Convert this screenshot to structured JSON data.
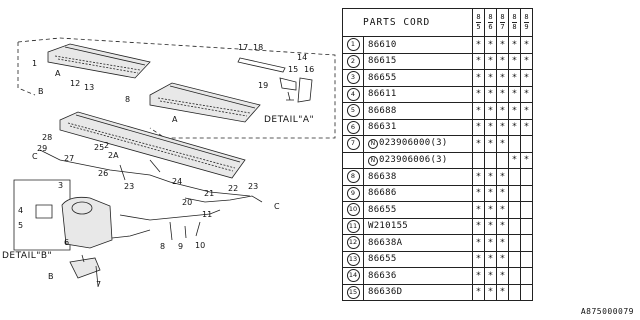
{
  "table": {
    "header": "PARTS CORD",
    "years": [
      {
        "top": "8",
        "bottom": "5"
      },
      {
        "top": "8",
        "bottom": "6"
      },
      {
        "top": "8",
        "bottom": "7"
      },
      {
        "top": "8",
        "bottom": "8"
      },
      {
        "top": "8",
        "bottom": "9"
      }
    ],
    "rows": [
      {
        "idx": "1",
        "part": "86610",
        "marks": [
          "*",
          "*",
          "*",
          "*",
          "*"
        ]
      },
      {
        "idx": "2",
        "part": "86615",
        "marks": [
          "*",
          "*",
          "*",
          "*",
          "*"
        ]
      },
      {
        "idx": "3",
        "part": "86655",
        "marks": [
          "*",
          "*",
          "*",
          "*",
          "*"
        ]
      },
      {
        "idx": "4",
        "part": "86611",
        "marks": [
          "*",
          "*",
          "*",
          "*",
          "*"
        ]
      },
      {
        "idx": "5",
        "part": "86688",
        "marks": [
          "*",
          "*",
          "*",
          "*",
          "*"
        ]
      },
      {
        "idx": "6",
        "part": "86631",
        "marks": [
          "*",
          "*",
          "*",
          "*",
          "*"
        ]
      },
      {
        "idx": "7",
        "part": "023906000(3)",
        "n": true,
        "marks": [
          "*",
          "*",
          "*",
          "",
          ""
        ]
      },
      {
        "idx": "",
        "part": "023906006(3)",
        "n": true,
        "marks": [
          "",
          "",
          "",
          "*",
          "*"
        ]
      },
      {
        "idx": "8",
        "part": "86638",
        "marks": [
          "*",
          "*",
          "*",
          "",
          ""
        ]
      },
      {
        "idx": "9",
        "part": "86686",
        "marks": [
          "*",
          "*",
          "*",
          "",
          ""
        ]
      },
      {
        "idx": "10",
        "part": "86655",
        "marks": [
          "*",
          "*",
          "*",
          "",
          ""
        ]
      },
      {
        "idx": "11",
        "part": "W210155",
        "marks": [
          "*",
          "*",
          "*",
          "",
          ""
        ]
      },
      {
        "idx": "12",
        "part": "86638A",
        "marks": [
          "*",
          "*",
          "*",
          "",
          ""
        ]
      },
      {
        "idx": "13",
        "part": "86655",
        "marks": [
          "*",
          "*",
          "*",
          "",
          ""
        ]
      },
      {
        "idx": "14",
        "part": "86636",
        "marks": [
          "*",
          "*",
          "*",
          "",
          ""
        ]
      },
      {
        "idx": "15",
        "part": "86636D",
        "marks": [
          "*",
          "*",
          "*",
          "",
          ""
        ]
      }
    ]
  },
  "diagram": {
    "detail_a": "DETAIL\"A\"",
    "detail_b": "DETAIL\"B\"",
    "labels": {
      "l17": "17",
      "l18": "18",
      "l14": "14",
      "l15": "15",
      "l16": "16",
      "l19": "19",
      "l1": "1",
      "l12": "12",
      "l13": "13",
      "l8": "8",
      "lA1": "A",
      "lB1": "B",
      "lA2": "A",
      "l28": "28",
      "l29": "29",
      "l27": "27",
      "lC1": "C",
      "l25": "25",
      "l2": "2",
      "l2A": "2A",
      "l26": "26",
      "l23a": "23",
      "l24": "24",
      "l21": "21",
      "l22": "22",
      "l23b": "23",
      "l20": "20",
      "lC2": "C",
      "l11": "11",
      "l9": "9",
      "l10": "10",
      "l8b": "8",
      "l3": "3",
      "l4": "4",
      "l5": "5",
      "l6": "6",
      "lB2": "B",
      "l7": "7"
    }
  },
  "ref_code": "A875000079"
}
